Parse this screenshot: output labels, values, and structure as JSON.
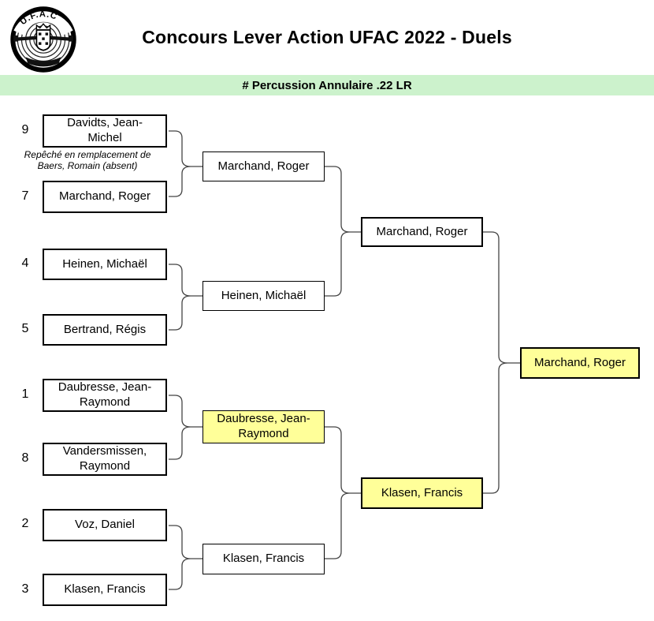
{
  "header": {
    "title": "Concours Lever Action UFAC 2022 - Duels",
    "category": "# Percussion Annulaire .22 LR",
    "logo_text": "U.F.A.C"
  },
  "colors": {
    "banner_bg": "#ccf2cc",
    "highlight": "#ffff99",
    "box_border": "#000000",
    "connector": "#444444"
  },
  "note": {
    "line1": "Repêché en remplacement de",
    "line2": "Baers, Romain (absent)"
  },
  "round1": [
    {
      "seed": "9",
      "name": "Davidts, Jean-Michel"
    },
    {
      "seed": "7",
      "name": "Marchand, Roger"
    },
    {
      "seed": "4",
      "name": "Heinen, Michaël"
    },
    {
      "seed": "5",
      "name": "Bertrand, Régis"
    },
    {
      "seed": "1",
      "name": "Daubresse, Jean-Raymond"
    },
    {
      "seed": "8",
      "name": "Vandersmissen, Raymond"
    },
    {
      "seed": "2",
      "name": "Voz, Daniel"
    },
    {
      "seed": "3",
      "name": "Klasen, Francis"
    }
  ],
  "round2": [
    {
      "name": "Marchand, Roger",
      "highlight": false
    },
    {
      "name": "Heinen, Michaël",
      "highlight": false
    },
    {
      "name": "Daubresse, Jean-Raymond",
      "highlight": true
    },
    {
      "name": "Klasen, Francis",
      "highlight": false
    }
  ],
  "round3": [
    {
      "name": "Marchand, Roger",
      "highlight": false
    },
    {
      "name": "Klasen, Francis",
      "highlight": true
    }
  ],
  "winner": {
    "name": "Marchand, Roger",
    "highlight": true
  }
}
